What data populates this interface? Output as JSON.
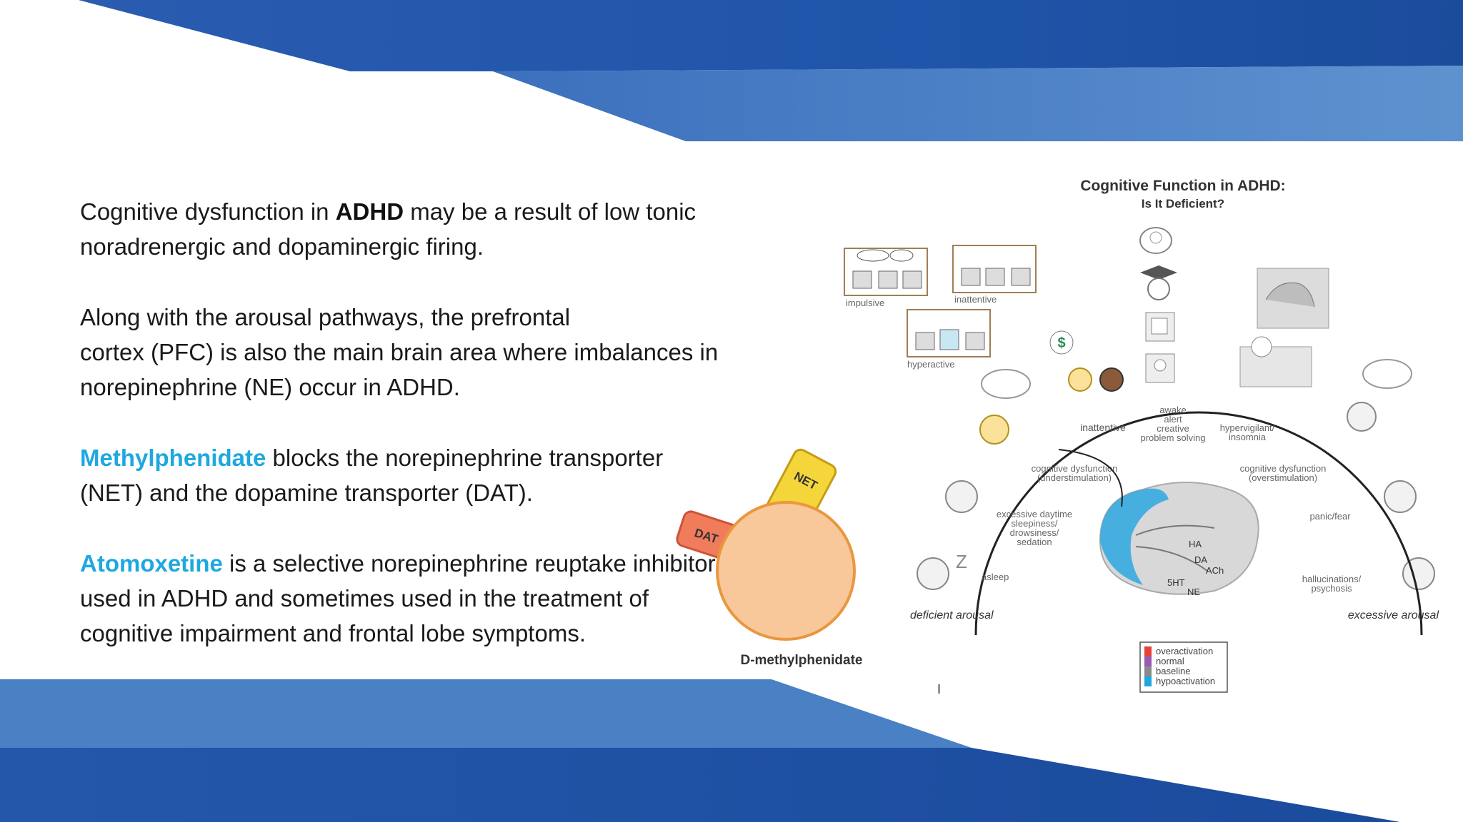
{
  "colors": {
    "band_dark": "#1c50a6",
    "band_light": "#4f86c6",
    "highlight": "#1ea8e0",
    "text": "#1a1a1a",
    "drug_circle": "#f8c89a",
    "drug_circle_border": "#e9973f",
    "net_tab": "#f5d63a",
    "dat_tab": "#f07c5c",
    "overactivation": "#e8413c",
    "normal": "#9b59b6",
    "baseline": "#8a8a8a",
    "hypoactivation": "#1ea8e0"
  },
  "text": {
    "p1": {
      "before": "Cognitive dysfunction in ",
      "bold": "ADHD",
      "after": " may be a result of low tonic noradrenergic and dopaminergic firing."
    },
    "p2_line1": "Along with the arousal pathways, the prefrontal",
    "p2_rest": "cortex (PFC) is also the main brain area where imbalances in norepinephrine (NE) occur in ADHD.",
    "p3": {
      "drug": "Methylphenidate",
      "after": "  blocks the norepinephrine transporter (NET) and the dopamine transporter (DAT)."
    },
    "p4": {
      "drug": "Atomoxetine",
      "after": " is a selective norepinephrine reuptake inhibitor used in ADHD and sometimes used in the treatment of cognitive impairment and frontal lobe symptoms."
    }
  },
  "drug_figure": {
    "net_label": "NET",
    "dat_label": "DAT",
    "caption": "D-methylphenidate"
  },
  "figure": {
    "title": "Cognitive Function in ADHD:",
    "subtitle": "Is It Deficient?",
    "panel_labels": [
      "impulsive",
      "inattentive",
      "hyperactive"
    ],
    "arc_labels": {
      "inattentive": "inattentive",
      "awake": [
        "awake",
        "alert",
        "creative",
        "problem solving"
      ],
      "hypervigilant": [
        "hypervigilant/",
        "insomnia"
      ],
      "cog_under": [
        "cognitive dysfunction",
        "(understimulation)"
      ],
      "cog_over": [
        "cognitive dysfunction",
        "(overstimulation)"
      ],
      "sleepiness": [
        "excessive daytime",
        "sleepiness/",
        "drowsiness/",
        "sedation"
      ],
      "panic": "panic/fear",
      "asleep": "asleep",
      "hallucinations": [
        "hallucinations/",
        "psychosis"
      ]
    },
    "brain_labels": [
      "HA",
      "DA",
      "ACh",
      "5HT",
      "NE"
    ],
    "deficient": "deficient arousal",
    "excessive": "excessive arousal",
    "legend": [
      "overactivation",
      "normal",
      "baseline",
      "hypoactivation"
    ],
    "cursor_mark": "I",
    "dollar": "$"
  }
}
